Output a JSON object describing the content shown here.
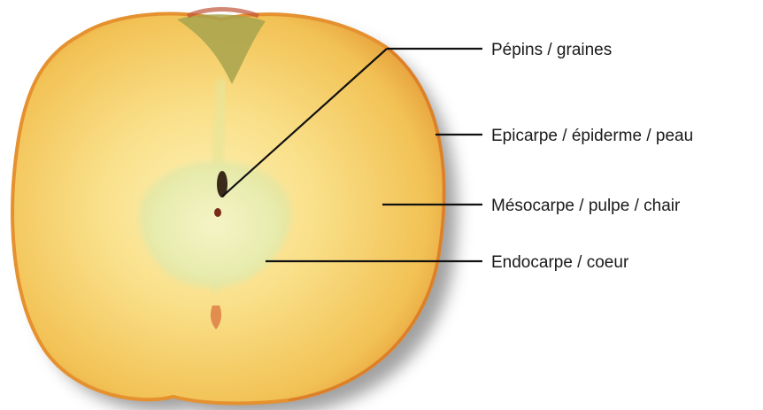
{
  "labels": {
    "seeds": "Pépins / graines",
    "epicarp": "Epicarpe / épiderme / peau",
    "mesocarp": "Mésocarpe / pulpe / chair",
    "endocarp": "Endocarpe / coeur"
  },
  "colors": {
    "skin": "#e9a238",
    "flesh_outer": "#f4c95a",
    "flesh_inner": "#fbe793",
    "core": "#e9ecad",
    "stem_area": "#9aa650",
    "shadow": "#6b6b6b",
    "line": "#111111"
  }
}
